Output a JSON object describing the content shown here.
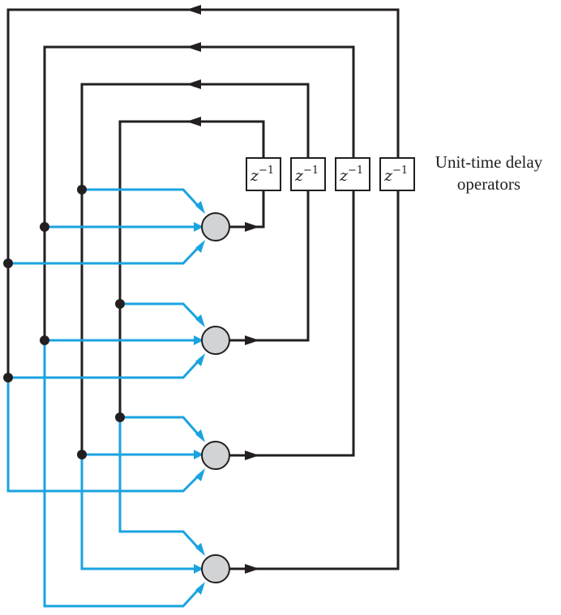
{
  "delay_operator": {
    "symbol": "z",
    "exponent": "−1"
  },
  "delay_labels": [
    {
      "symbol": "z",
      "exponent": "−1"
    },
    {
      "symbol": "z",
      "exponent": "−1"
    },
    {
      "symbol": "z",
      "exponent": "−1"
    },
    {
      "symbol": "z",
      "exponent": "−1"
    }
  ],
  "caption": {
    "line1": "Unit-time delay",
    "line2": "operators"
  },
  "colors": {
    "feedback_line": "#231f20",
    "input_line": "#1aa3e0",
    "neuron_fill": "#d1d3d4"
  }
}
